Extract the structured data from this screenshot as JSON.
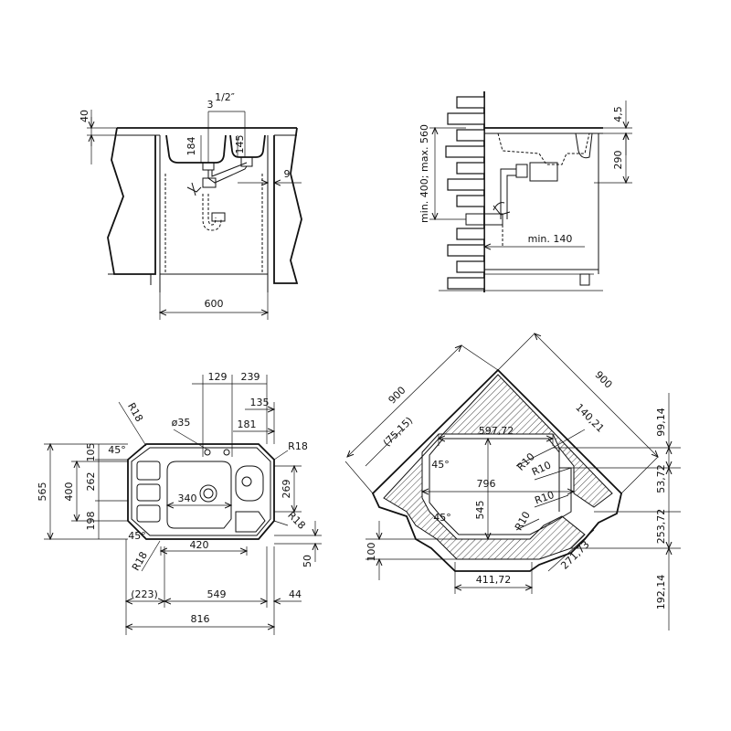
{
  "views": {
    "front": {
      "dims": {
        "top_thickness": "40",
        "bowl_depth_left": "184",
        "bowl_depth_right": "145",
        "waste_size": "3",
        "waste_fraction": "1/2″",
        "wall_gap": "9",
        "cabinet_width": "600"
      }
    },
    "side": {
      "dims": {
        "height_range": "min. 400; max. 560",
        "rim": "4,5",
        "depth": "290",
        "min_distance": "min. 140"
      }
    },
    "plan": {
      "dims": {
        "dim_129": "129",
        "dim_239": "239",
        "dim_135": "135",
        "dim_181": "181",
        "tap_hole": "ø35",
        "radius_tl": "R18",
        "radius_r": "R18",
        "radius_r2": "R18",
        "radius_bl": "R18",
        "angle_top": "45°",
        "angle_bottom": "45°",
        "dim_565": "565",
        "dim_400": "400",
        "dim_105": "105",
        "dim_262": "262",
        "dim_198": "198",
        "dim_269": "269",
        "dim_340": "340",
        "dim_420": "420",
        "dim_50": "50",
        "dim_223": "(223)",
        "dim_549": "549",
        "dim_44": "44",
        "dim_816": "816"
      }
    },
    "corner": {
      "dims": {
        "side_left": "900",
        "side_right": "900",
        "dim_7515": "(75,15)",
        "dim_59772": "597,72",
        "dim_14021": "140,21",
        "dim_9914": "99,14",
        "dim_5372": "53,72",
        "dim_25372": "253,72",
        "dim_19214": "192,14",
        "dim_796": "796",
        "dim_545": "545",
        "dim_100": "100",
        "dim_41172": "411,72",
        "dim_27173": "271,73",
        "r10_a": "R10",
        "r10_b": "R10",
        "r10_c": "R10",
        "r10_d": "R10",
        "angle_a": "45°",
        "angle_b": "45°"
      }
    }
  }
}
